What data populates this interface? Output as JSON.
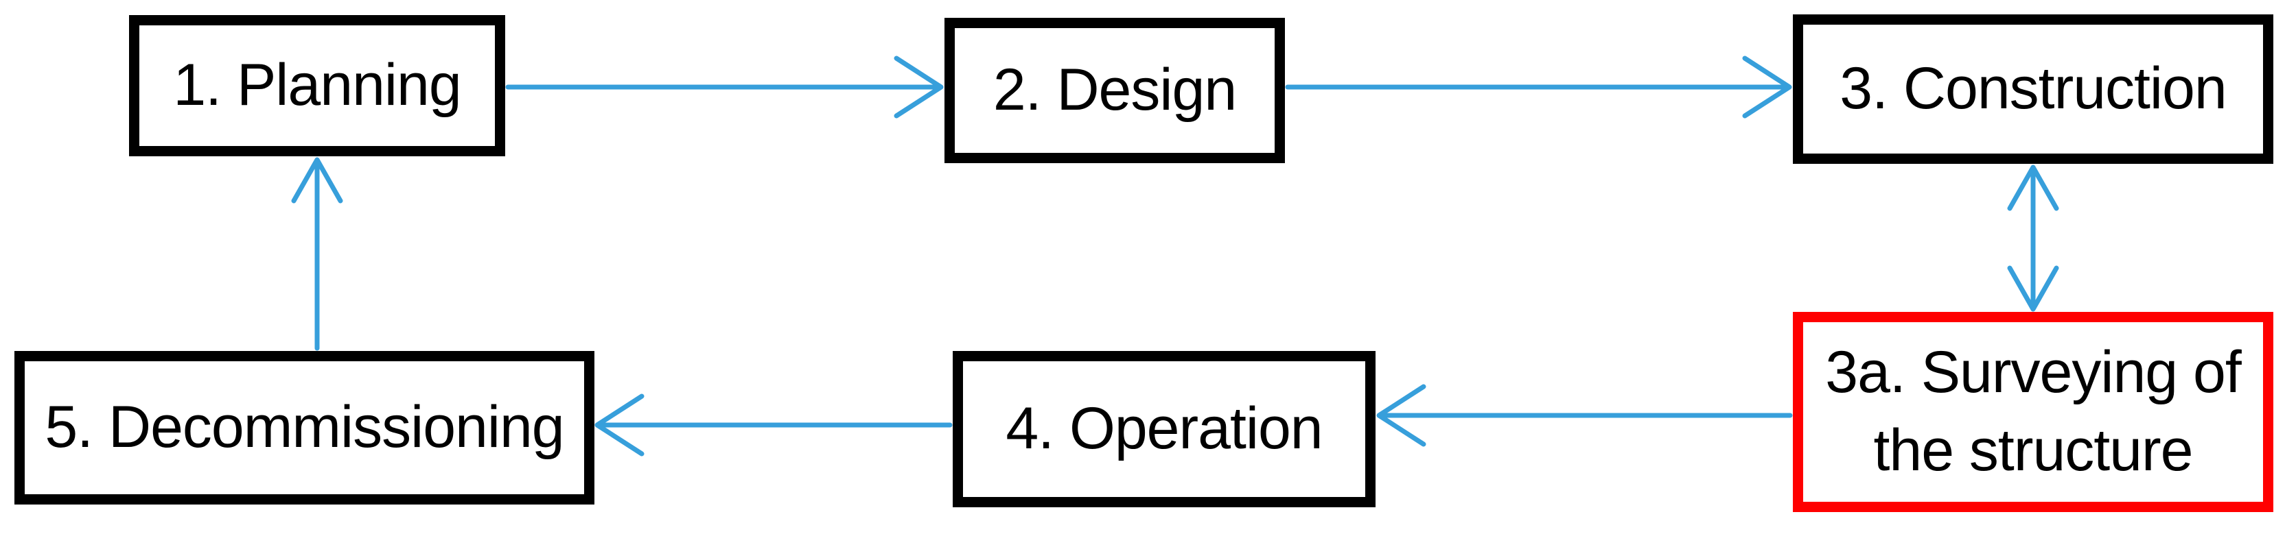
{
  "diagram": {
    "type": "flowchart",
    "description": "Life cycle of a structure with surveying feedback loop",
    "nodes": {
      "planning": {
        "label": "1. Planning"
      },
      "design": {
        "label": "2. Design"
      },
      "construction": {
        "label": "3. Construction"
      },
      "surveying": {
        "line1": "3a. Surveying of",
        "line2": "the structure",
        "highlighted": true
      },
      "operation": {
        "label": "4. Operation"
      },
      "decommissioning": {
        "label": "5. Decommissioning"
      }
    },
    "edges": [
      {
        "from": "1. Planning",
        "to": "2. Design",
        "direction": "forward"
      },
      {
        "from": "2. Design",
        "to": "3. Construction",
        "direction": "forward"
      },
      {
        "from": "3. Construction",
        "to": "3a. Surveying of the structure",
        "direction": "bidirectional"
      },
      {
        "from": "3a. Surveying of the structure",
        "to": "4. Operation",
        "direction": "forward"
      },
      {
        "from": "4. Operation",
        "to": "5. Decommissioning",
        "direction": "forward"
      },
      {
        "from": "5. Decommissioning",
        "to": "1. Planning",
        "direction": "forward"
      }
    ],
    "colors": {
      "node_border": "#000000",
      "highlight_border": "#ff0000",
      "arrow": "#379fdb",
      "text": "#000000",
      "background": "#ffffff"
    }
  }
}
